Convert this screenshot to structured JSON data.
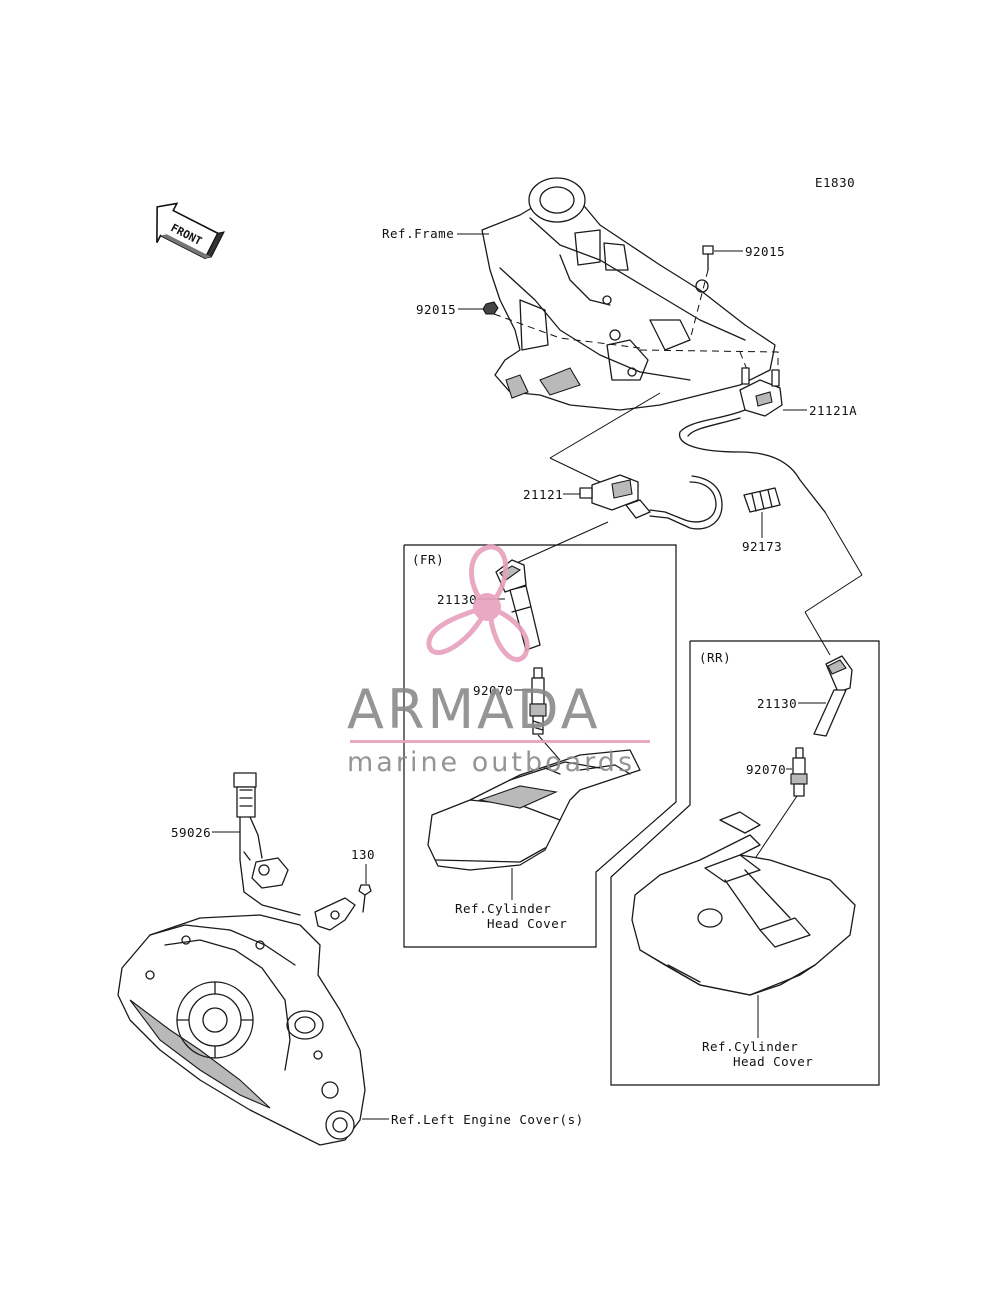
{
  "diagram": {
    "code": "E1830",
    "front_arrow": "FRONT",
    "labels": {
      "ref_frame": "Ref.Frame",
      "p92015_upper": "92015",
      "p92015_left": "92015",
      "p21121A": "21121A",
      "p21121": "21121",
      "p92173": "92173",
      "fr_box": "(FR)",
      "rr_box": "(RR)",
      "p21130_fr": "21130",
      "p92070_fr": "92070",
      "ref_cyl_fr_line1": "Ref.Cylinder",
      "ref_cyl_fr_line2": "Head Cover",
      "p21130_rr": "21130",
      "p92070_rr": "92070",
      "ref_cyl_rr_line1": "Ref.Cylinder",
      "ref_cyl_rr_line2": "Head Cover",
      "p59026": "59026",
      "p130": "130",
      "ref_left_engine": "Ref.Left Engine Cover(s)"
    }
  },
  "watermark": {
    "title": "ARMADA",
    "subtitle": "marine outboards",
    "accent_color": "#e8a0bc",
    "text_color": "#8a8a8a"
  }
}
